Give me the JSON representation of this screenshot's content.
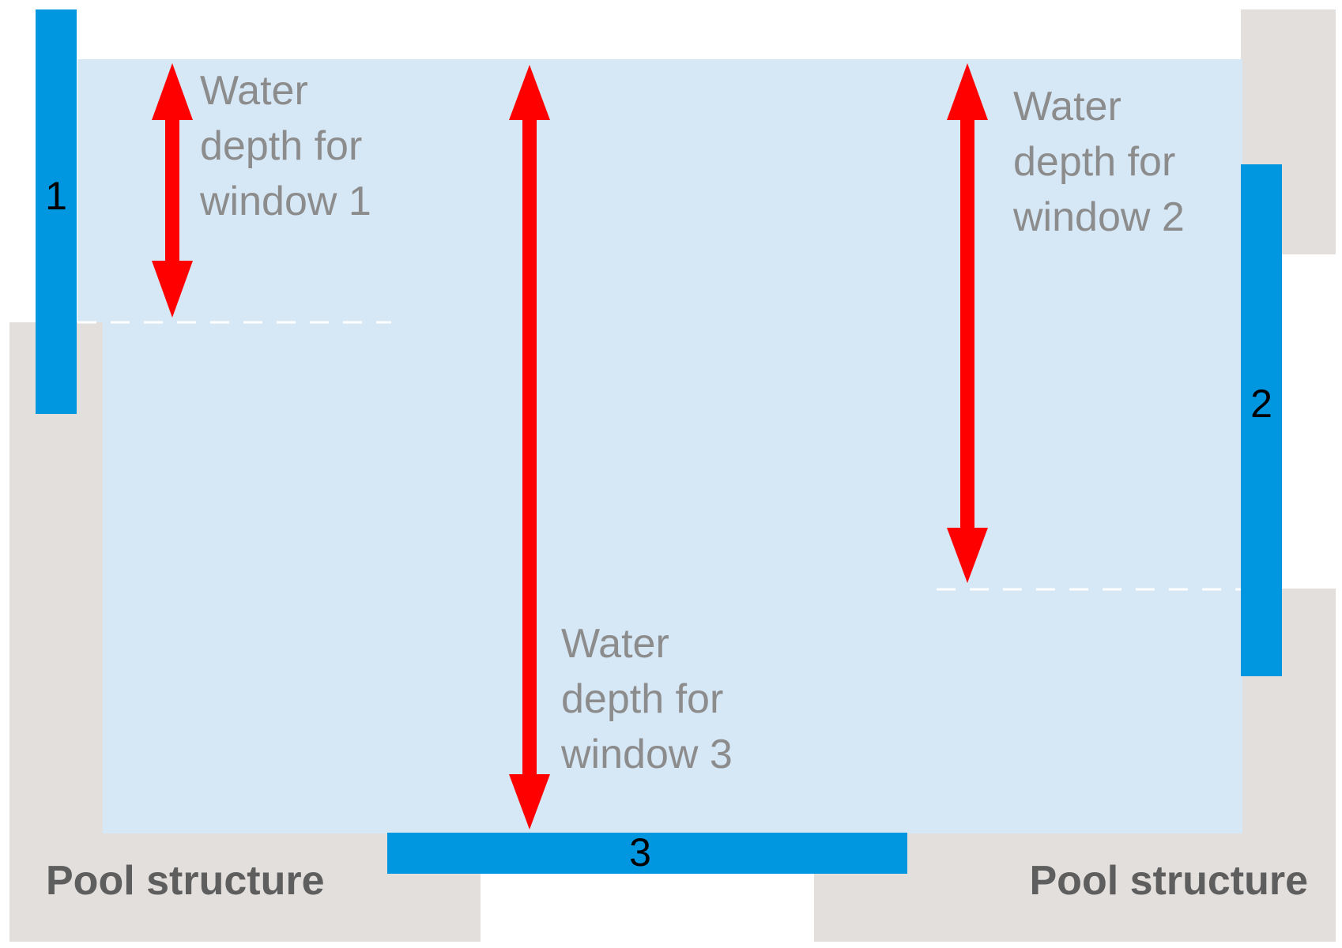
{
  "colors": {
    "water": "#d6e7f6",
    "pool_structure": "#e2dfdd",
    "window": "#0096e0",
    "arrow": "#ff0000",
    "depth_label": "#8c8c8c",
    "window_label": "#000000",
    "pool_label": "#5e5e5e",
    "water_line": "#ffffff"
  },
  "windows": [
    {
      "id": "1",
      "label": "1"
    },
    {
      "id": "2",
      "label": "2"
    },
    {
      "id": "3",
      "label": "3"
    }
  ],
  "depth_labels": [
    {
      "window": "1",
      "lines": [
        "Water",
        "depth for",
        "window 1"
      ]
    },
    {
      "window": "2",
      "lines": [
        "Water",
        "depth for",
        "window 2"
      ]
    },
    {
      "window": "3",
      "lines": [
        "Water",
        "depth for",
        "window 3"
      ]
    }
  ],
  "pool_structure_labels": [
    "Pool structure",
    "Pool structure"
  ]
}
